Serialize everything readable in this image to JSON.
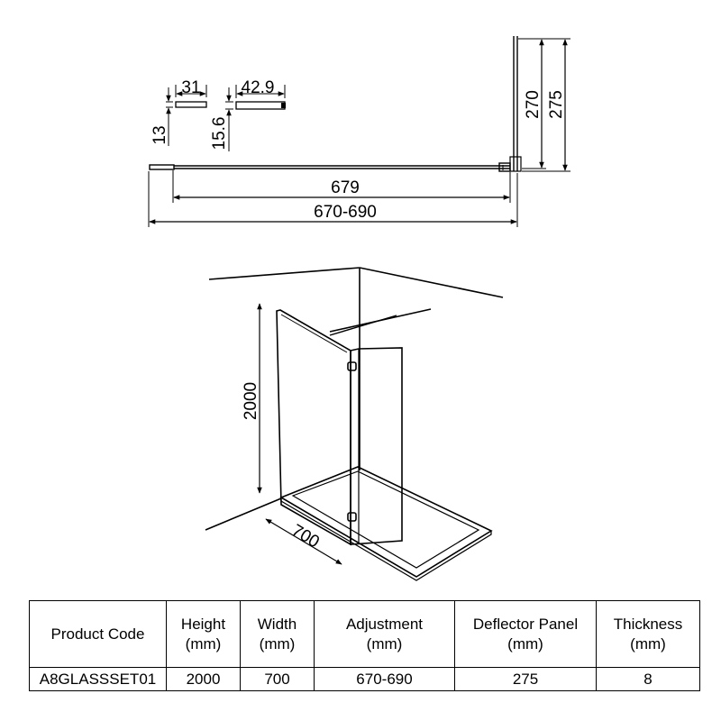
{
  "dimensions": {
    "profile_a_width": "31",
    "profile_a_height": "13",
    "profile_b_width": "42.9",
    "profile_b_height": "15.6",
    "glass_width": "679",
    "adjustment_range": "670-690",
    "deflector_inner": "270",
    "deflector_outer": "275",
    "panel_height": "2000",
    "tray_width": "700"
  },
  "table": {
    "headers": [
      {
        "line1": "Product Code",
        "line2": ""
      },
      {
        "line1": "Height",
        "line2": "(mm)"
      },
      {
        "line1": "Width",
        "line2": "(mm)"
      },
      {
        "line1": "Adjustment",
        "line2": "(mm)"
      },
      {
        "line1": "Deflector Panel",
        "line2": "(mm)"
      },
      {
        "line1": "Thickness",
        "line2": "(mm)"
      }
    ],
    "row": [
      "A8GLASSSET01",
      "2000",
      "700",
      "670-690",
      "275",
      "8"
    ]
  }
}
